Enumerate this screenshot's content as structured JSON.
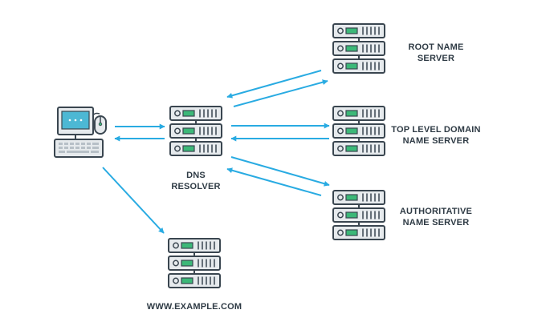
{
  "labels": {
    "root": [
      "ROOT NAME",
      "SERVER"
    ],
    "tld": [
      "TOP LEVEL DOMAIN",
      "NAME SERVER"
    ],
    "auth": [
      "AUTHORITATIVE",
      "NAME SERVER"
    ],
    "resolver": [
      "DNS",
      "RESOLVER"
    ],
    "website": "WWW.EXAMPLE.COM"
  },
  "icons": {
    "server": "server-rack-icon",
    "client": "computer-icon"
  },
  "colors": {
    "arrow": "#29abe2",
    "outline": "#3a4650",
    "unit_fill": "#e6eaed",
    "led": "#3cb878",
    "screen": "#4cb8d4",
    "text": "#2f3b45"
  }
}
